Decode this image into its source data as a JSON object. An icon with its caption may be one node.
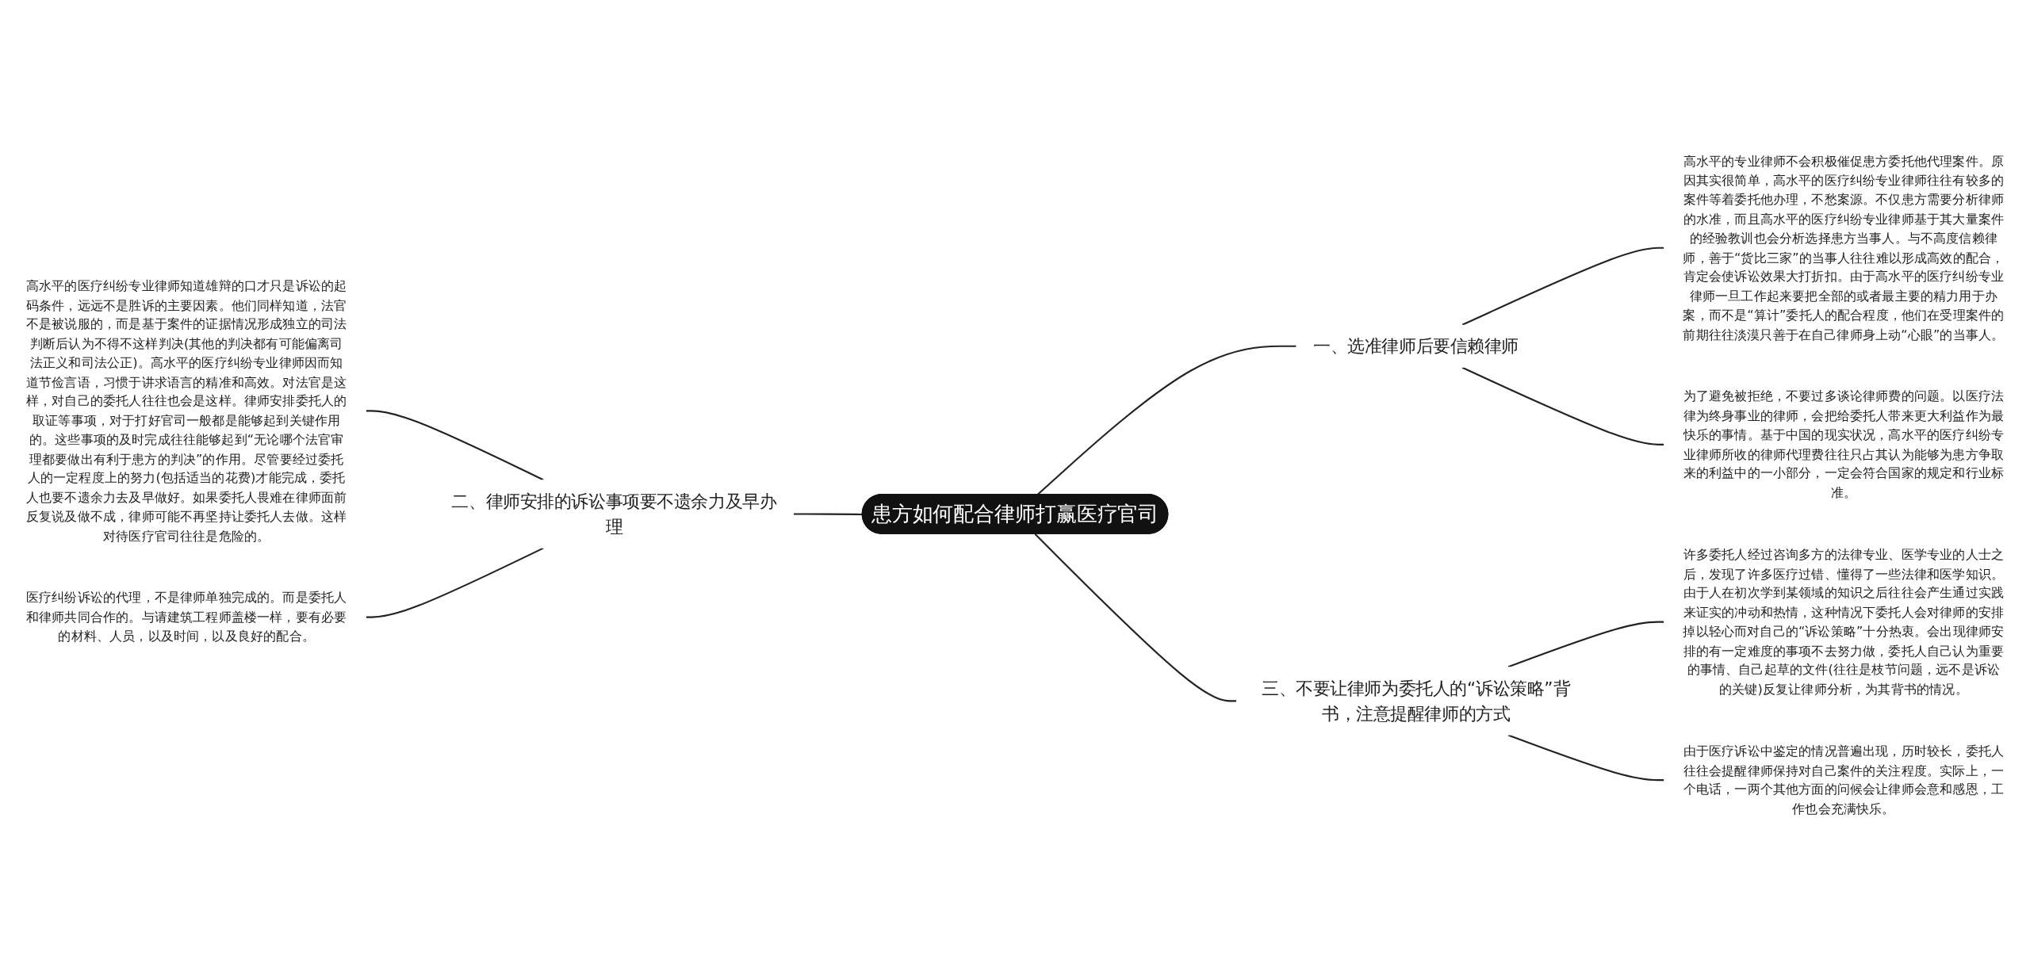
{
  "diagram": {
    "nodes": [
      {
        "text": [
          "患方如何配合律师打赢医疗官司"
        ]
      },
      {
        "text": [
          "一、选准律师后要信赖律师"
        ]
      },
      {
        "text": [
          "高水平的专业律师不会积极催促患方委托他代理案件。原因其实很简单，高水平的医疗纠纷专业律师往往有较多的案件等着委托他办理，不愁案源。不仅患方需要分析律师的水准，而且高水平的医疗纠纷专业律师基于其大量案件的经验教训也会分析选择患方当事人。与不高度信赖律师，善于“货比三家”的当事人往往难以形成高效的配合，肯定会使诉讼效果大打折扣。由于高水平的医疗纠纷专业律师一旦工作起来要把全部的或者最主要的精力用于办案，而不是“算计”委托人的配合程度，他们在受理案件的前期往往淡漠只善于在自己律师身上动“心眼”的当事人。"
        ]
      },
      {
        "text": [
          "为了避免被拒绝，不要过多谈论律师费的问题。以医疗法律为终身事业的律师，会把给委托人带来更大利益作为最快乐的事情。基于中国的现实状况，高水平的医疗纠纷专业律师所收的律师代理费往往只占其认为能够为患方争取来的利益中的一小部分，一定会符合国家的规定和行业标准。"
        ]
      },
      {
        "text": [
          "二、律师安排的诉讼事项要不遗余力及早办理"
        ]
      },
      {
        "text": [
          "高水平的医疗纠纷专业律师知道雄辩的口才只是诉讼的起码条件，远远不是胜诉的主要因素。他们同样知道，法官不是被说服的，而是基于案件的证据情况形成独立的司法判断后认为不得不这样判决(其他的判决都有可能偏离司法正义和司法公正)。高水平的医疗纠纷专业律师因而知道节俭言语，习惯于讲求语言的精准和高效。对法官是这样，对自己的委托人往往也会是这样。律师安排委托人的取证等事项，对于打好官司一般都是能够起到关键作用的。这些事项的及时完成往往能够起到“无论哪个法官审理都要做出有利于患方的判决”的作用。尽管要经过委托人的一定程度上的努力(包括适当的花费)才能完成，委托人也要不遗余力去及早做好。如果委托人畏难在律师面前反复说及做不成，律师可能不再坚持让委托人去做。这样对待医疗官司往往是危险的。"
        ]
      },
      {
        "text": [
          "医疗纠纷诉讼的代理，不是律师单独完成的。而是委托人和律师共同合作的。与请建筑工程师盖楼一样，要有必要的材料、人员，以及时间，以及良好的配合。"
        ]
      },
      {
        "text": [
          "三、不要让律师为委托人的“诉讼策略”背书，注意提醒律师的方式"
        ]
      },
      {
        "text": [
          "许多委托人经过咨询多方的法律专业、医学专业的人士之后，发现了许多医疗过错、懂得了一些法律和医学知识。由于人在初次学到某领域的知识之后往往会产生通过实践来证实的冲动和热情，这种情况下委托人会对律师的安排掉以轻心而对自己的“诉讼策略”十分热衷。会出现律师安排的有一定难度的事项不去努力做，委托人自己认为重要的事情、自己起草的文件(往往是枝节问题，远不是诉讼的关键)反复让律师分析，为其背书的情况。"
        ]
      },
      {
        "text": [
          "由于医疗诉讼中鉴定的情况普遍出现，历时较长，委托人往往会提醒律师保持对自己案件的关注程度。实际上，一个电话，一两个其他方面的问候会让律师会意和感恩，工作也会充满快乐。"
        ]
      }
    ],
    "edges": [
      {
        "from": 0,
        "to": 1,
        "arrow": "none"
      },
      {
        "from": 1,
        "to": 2,
        "arrow": "none"
      },
      {
        "from": 1,
        "to": 3,
        "arrow": "none"
      },
      {
        "from": 4,
        "to": 0,
        "arrow": "none"
      },
      {
        "from": 5,
        "to": 4,
        "arrow": "none"
      },
      {
        "from": 6,
        "to": 4,
        "arrow": "none"
      },
      {
        "from": 0,
        "to": 7,
        "arrow": "none"
      },
      {
        "from": 7,
        "to": 8,
        "arrow": "none"
      },
      {
        "from": 7,
        "to": 9,
        "arrow": "none"
      }
    ]
  }
}
